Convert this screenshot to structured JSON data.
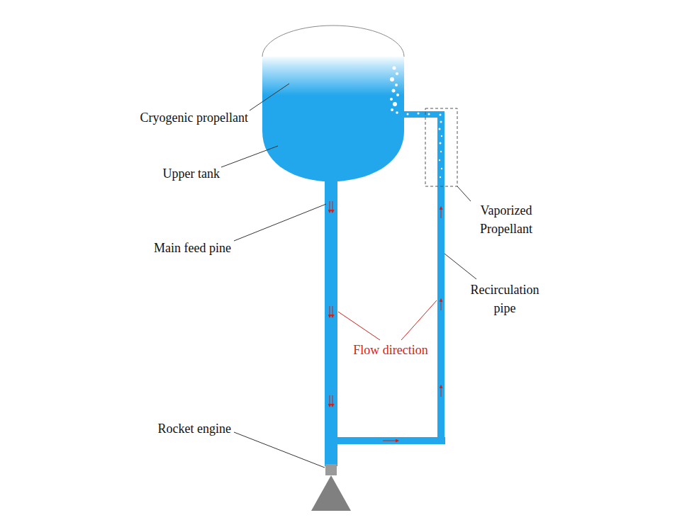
{
  "diagram": {
    "labels": [
      "Cryogenic propellant",
      "Upper tank",
      "Main feed pine",
      "Vaporized Propellant",
      "Recirculation pipe",
      "Flow direction",
      "Rocket engine"
    ]
  }
}
